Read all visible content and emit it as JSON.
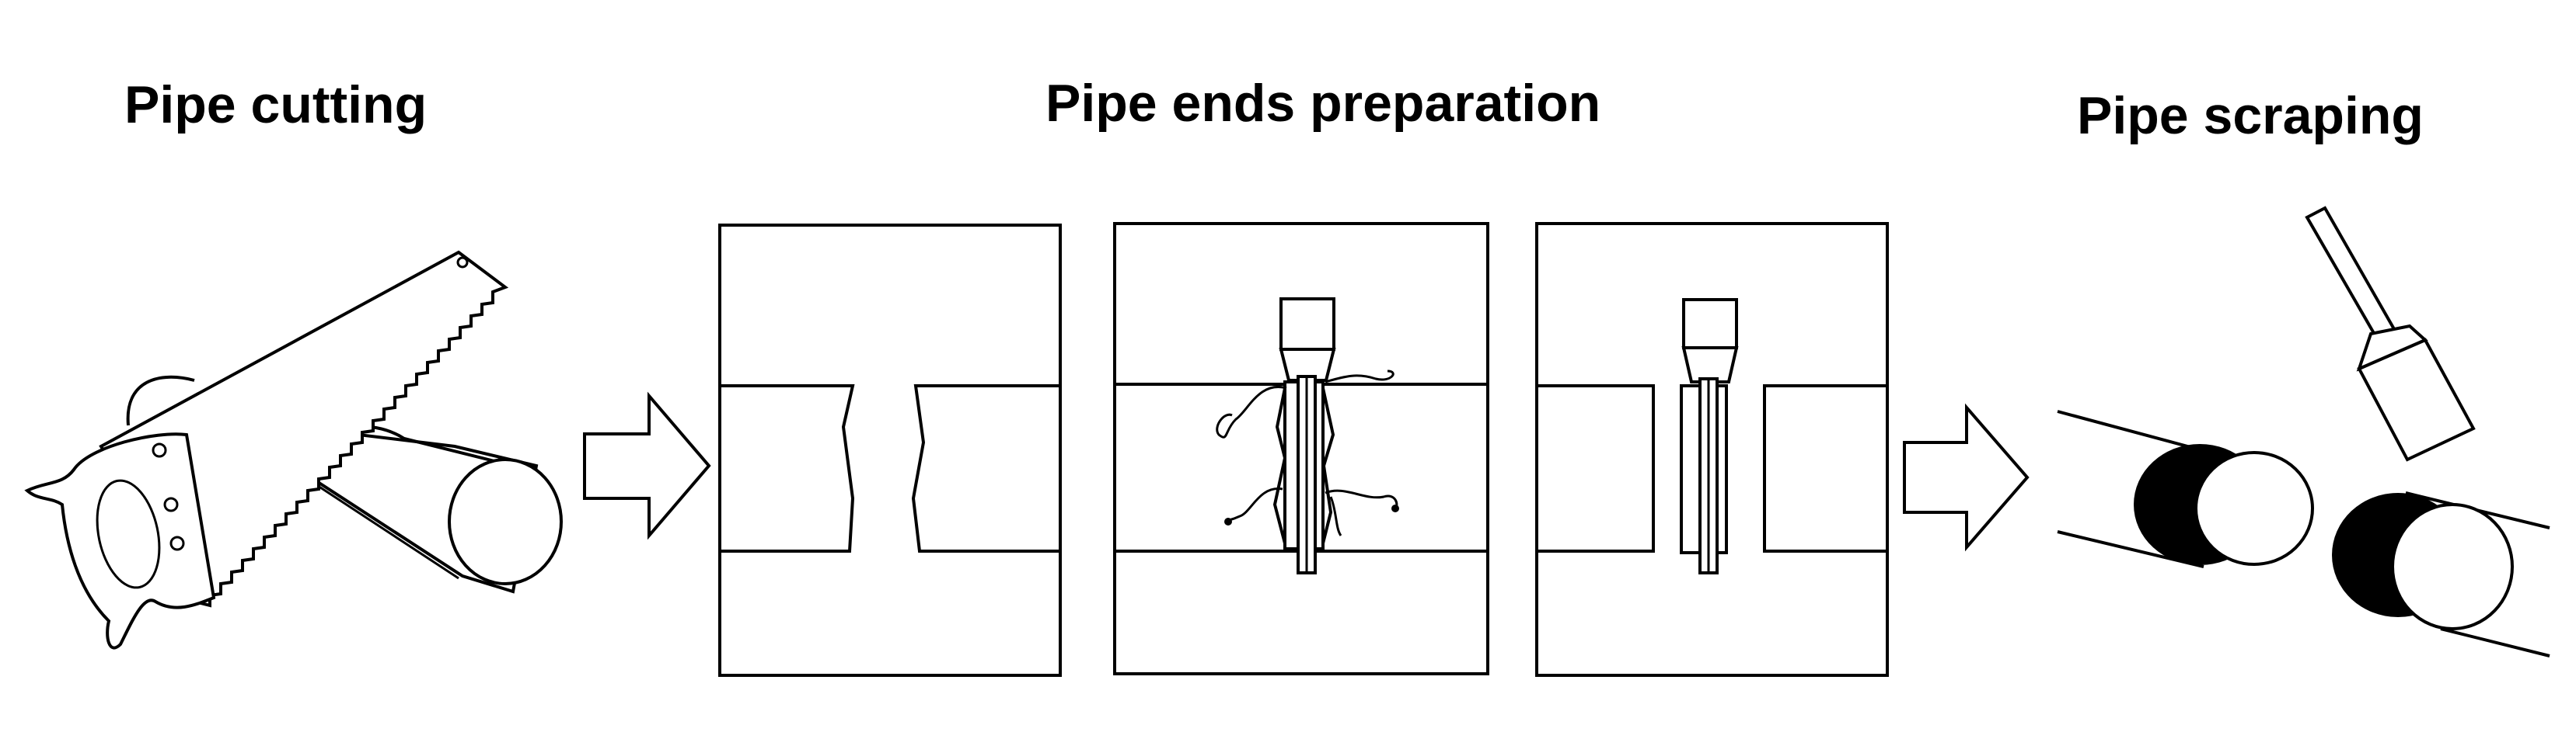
{
  "titles": {
    "cutting": "Pipe cutting",
    "preparation": "Pipe ends preparation",
    "scraping": "Pipe scraping"
  },
  "colors": {
    "stroke": "#000000",
    "background": "#ffffff"
  },
  "icons": [
    "hand-saw-icon",
    "pipe-icon",
    "arrow-right-icon",
    "scraper-icon"
  ]
}
